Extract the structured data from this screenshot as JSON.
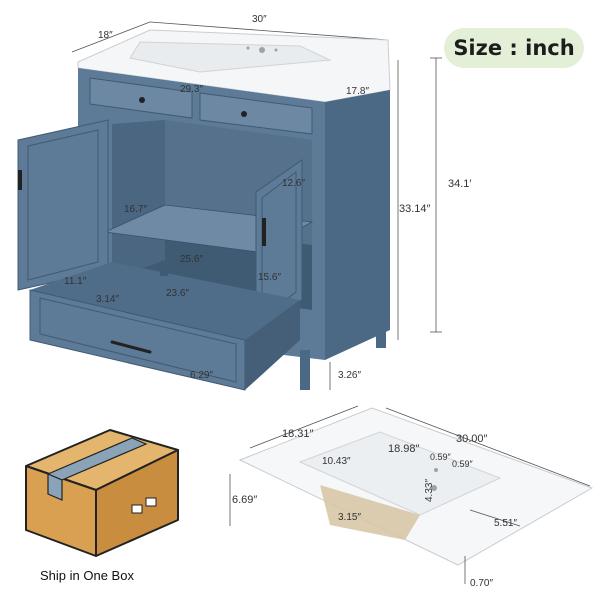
{
  "badge": {
    "label": "Size : inch"
  },
  "vanity": {
    "depth_label": "18″",
    "width_label": "30″",
    "drawer_width_label": "29.3″",
    "top_depth_label": "17.8″",
    "door_inner_label": "12.6″",
    "cabinet_height_label": "33.14″",
    "overall_height_label": "34.1′",
    "shelf_depth_label": "16.7″",
    "shelf_width_label": "25.6″",
    "inner_height_label": "15.6″",
    "drawer_depth_label": "11.1″",
    "drawer_side_label": "3.14″",
    "drawer_inner_width_label": "23.6″",
    "drawer_height_label": "6.29″",
    "leg_height_label": "3.26″"
  },
  "sink": {
    "depth_label": "18.31″",
    "width_label": "30.00″",
    "basin_width_label": "18.98″",
    "basin_depth_label": "10.43″",
    "hole_left_label": "0.59″",
    "hole_right_label": "0.59″",
    "height_label": "6.69″",
    "faucet_offset_label": "4.33″",
    "corner_label": "3.15″",
    "side_label": "5.51″",
    "thickness_label": "0.70″"
  },
  "box": {
    "caption": "Ship in One Box"
  },
  "colors": {
    "cabinet": "#5d7a96",
    "cabinet_dark": "#3f5a73",
    "badge_bg": "#e3efd6",
    "box": "#d9a052"
  }
}
